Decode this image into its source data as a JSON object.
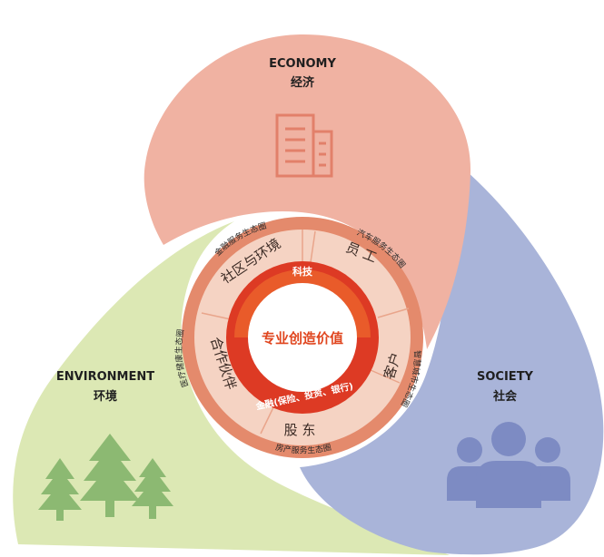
{
  "petals": {
    "economy": {
      "en": "ECONOMY",
      "zh": "经济",
      "color": "#F0B2A2",
      "icon": "building-icon"
    },
    "environment": {
      "en": "ENVIRONMENT",
      "zh": "环境",
      "color": "#DCE8B4",
      "icon": "trees-icon"
    },
    "society": {
      "en": "SOCIETY",
      "zh": "社会",
      "color": "#A9B4D9",
      "icon": "people-icon"
    }
  },
  "center": {
    "title": "专业创造价值",
    "top_label": "科技",
    "bottom_label": "金融(保险、投资、银行)"
  },
  "segments": {
    "community": "社区与环境",
    "employees": "员  工",
    "customers": "客户",
    "shareholders": "股  东",
    "partners": "合作伙伴"
  },
  "ecosystems": {
    "financial": "金融服务生态圈",
    "auto": "汽车服务生态圈",
    "smart_city": "智慧城市生态圈",
    "real_estate": "房产服务生态圈",
    "healthcare": "医疗健康生态圈"
  },
  "colors": {
    "outer_ring": "#E48A6C",
    "segment_ring": "#F5D3C3",
    "inner_ring": "#DD3A24",
    "inner_ring_light": "#EE6A2E",
    "center_fill": "#FFFFFF",
    "center_text": "#E0461F",
    "icon_economy": "#E2806A",
    "icon_environment": "#8CB972",
    "icon_society": "#7D8BC3"
  }
}
